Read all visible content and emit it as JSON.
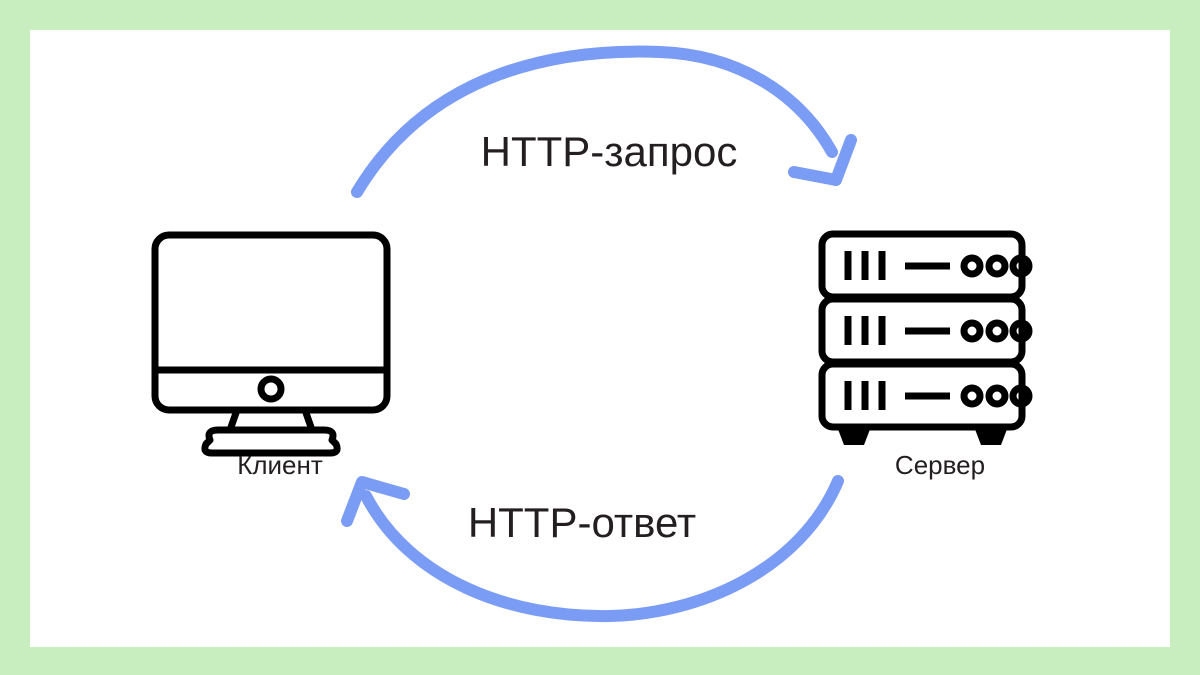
{
  "diagram": {
    "title": "HTTP client-server request/response cycle",
    "background_color": "#ffffff",
    "frame_color": "#c8eec0",
    "accent_color": "#7b9cf5",
    "ink_color": "#000000",
    "text_color": "#231f20"
  },
  "nodes": [
    {
      "id": "client",
      "icon": "desktop-monitor-icon",
      "label": "Клиент",
      "position": "left"
    },
    {
      "id": "server",
      "icon": "server-rack-icon",
      "label": "Сервер",
      "position": "right",
      "units": 3,
      "unit_detail": {
        "bars": 3,
        "dashes": 1,
        "lights": 3
      }
    }
  ],
  "edges": [
    {
      "id": "request",
      "label": "HTTP-запрос",
      "from": "client",
      "to": "server",
      "direction": "clockwise-top",
      "arrowhead": "chevron-arrowhead-right",
      "color": "#7b9cf5"
    },
    {
      "id": "response",
      "label": "HTTP-ответ",
      "from": "server",
      "to": "client",
      "direction": "clockwise-bottom",
      "arrowhead": "chevron-arrowhead-left",
      "color": "#7b9cf5"
    }
  ]
}
